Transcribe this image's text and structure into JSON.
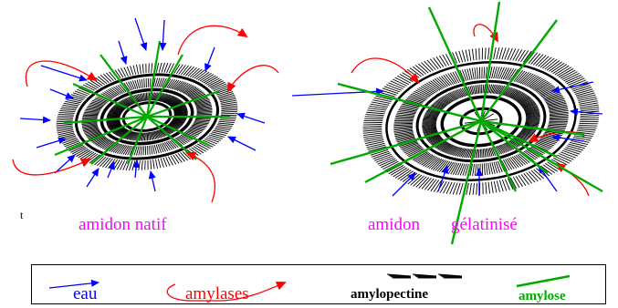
{
  "captions": {
    "native": "amidon natif",
    "gelatinized_part1": "amidon",
    "gelatinized_part2": "gélatinisé",
    "stray_letter": "t"
  },
  "legend": {
    "water": "eau",
    "amylases": "amylases",
    "amylopectin": "amylopectine",
    "amylose": "amylose"
  },
  "colors": {
    "water": "#0000ff",
    "amylases": "#ff0000",
    "amylose": "#00aa00",
    "amylopectin": "#000000",
    "caption": "#ff00ff"
  }
}
